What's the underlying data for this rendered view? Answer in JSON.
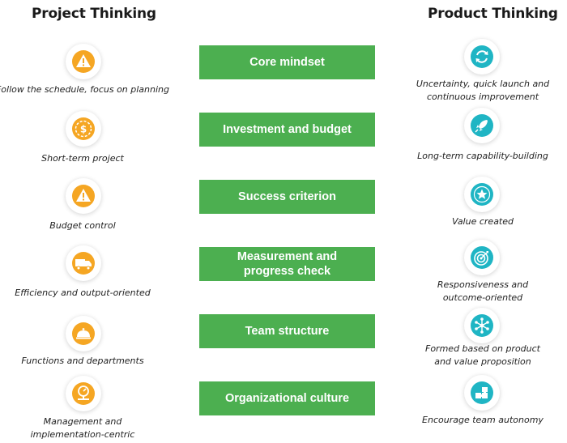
{
  "headings": {
    "left": "Project Thinking",
    "right": "Product Thinking"
  },
  "colors": {
    "accent_green": "#4caf50",
    "orange": "#f5a623",
    "teal": "#1fb5c4"
  },
  "rows": [
    {
      "center": "Core mindset",
      "left": {
        "icon": "warning-icon",
        "caption": "Follow the schedule, focus on planning"
      },
      "right": {
        "icon": "refresh-icon",
        "caption": [
          "Uncertainty, quick launch and",
          "continuous improvement"
        ]
      }
    },
    {
      "center": "Investment and budget",
      "left": {
        "icon": "coin-icon",
        "caption": "Short-term project"
      },
      "right": {
        "icon": "rocket-icon",
        "caption": "Long-term capability-building"
      }
    },
    {
      "center": "Success criterion",
      "left": {
        "icon": "warning-icon",
        "caption": "Budget control"
      },
      "right": {
        "icon": "star-icon",
        "caption": "Value created"
      }
    },
    {
      "center": [
        "Measurement and",
        "progress check"
      ],
      "left": {
        "icon": "truck-icon",
        "caption": "Efficiency and output-oriented"
      },
      "right": {
        "icon": "target-icon",
        "caption": [
          "Responsiveness and",
          "outcome-oriented"
        ]
      }
    },
    {
      "center": "Team structure",
      "left": {
        "icon": "bell-icon",
        "caption": "Functions and departments"
      },
      "right": {
        "icon": "network-icon",
        "caption": [
          "Formed based on product",
          "and value proposition"
        ]
      }
    },
    {
      "center": "Organizational culture",
      "left": {
        "icon": "gauge-icon",
        "caption": [
          "Management and",
          "implementation-centric"
        ]
      },
      "right": {
        "icon": "puzzle-icon",
        "caption": "Encourage team autonomy"
      }
    }
  ]
}
